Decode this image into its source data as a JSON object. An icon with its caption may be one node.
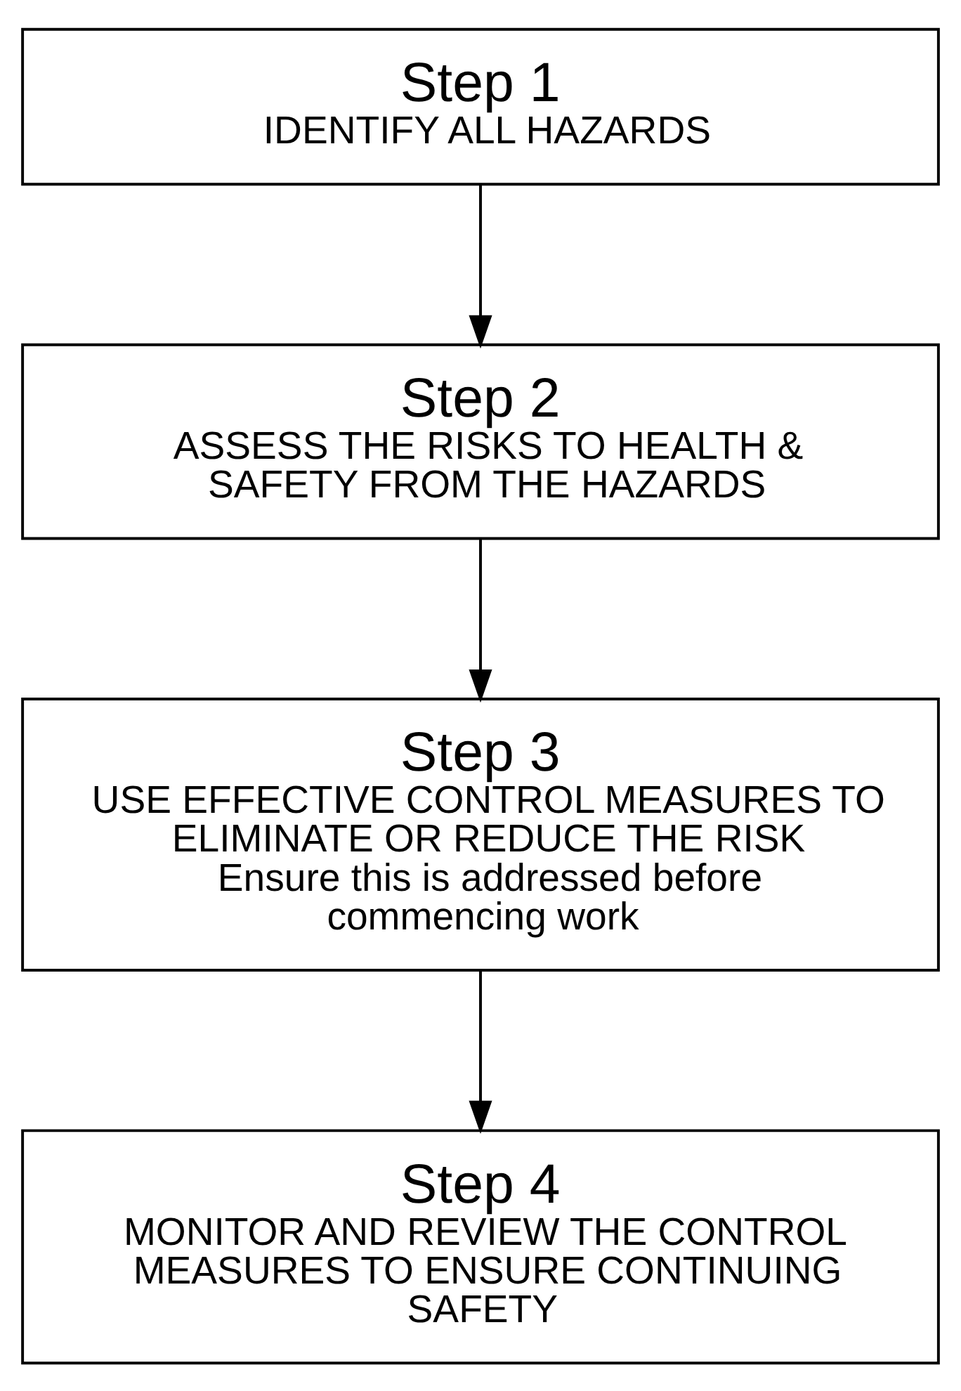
{
  "diagram": {
    "nodes": [
      {
        "text": [
          "Step 1",
          "IDENTIFY ALL HAZARDS"
        ]
      },
      {
        "text": [
          "Step 2",
          "ASSESS THE RISKS TO HEALTH & SAFETY FROM THE HAZARDS"
        ]
      },
      {
        "text": [
          "Step 3",
          "USE EFFECTIVE CONTROL MEASURES TO ELIMINATE OR REDUCE THE RISK",
          "Ensure this is addressed before commencing work"
        ]
      },
      {
        "text": [
          "Step 4",
          "MONITOR AND REVIEW THE CONTROL MEASURES TO ENSURE CONTINUING SAFETY"
        ]
      }
    ],
    "edges": [
      {
        "from": 0,
        "to": 1,
        "arrow": "to"
      },
      {
        "from": 1,
        "to": 2,
        "arrow": "to"
      },
      {
        "from": 2,
        "to": 3,
        "arrow": "to"
      }
    ]
  }
}
